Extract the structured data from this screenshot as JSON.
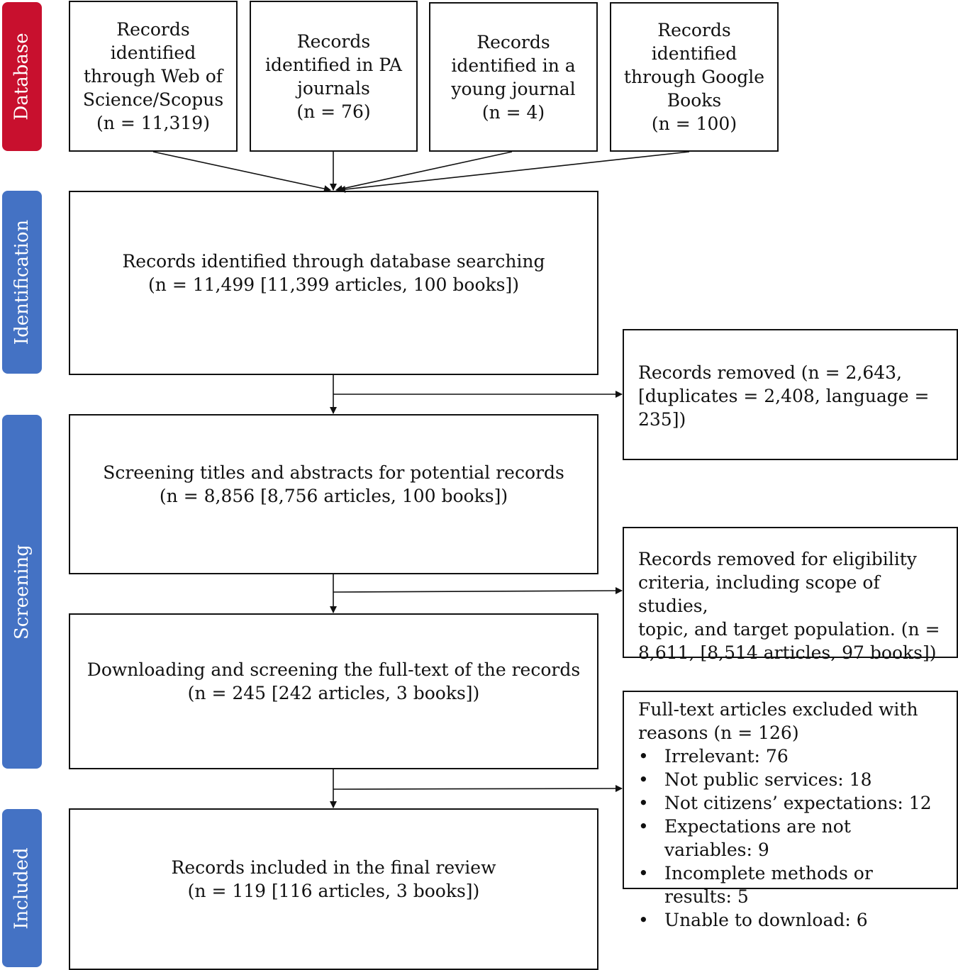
{
  "phases": {
    "database": {
      "label": "Database",
      "color": "#c8102e"
    },
    "identification": {
      "label": "Identification",
      "color": "#4472c4"
    },
    "screening": {
      "label": "Screening",
      "color": "#4472c4"
    },
    "included": {
      "label": "Included",
      "color": "#4472c4"
    }
  },
  "sources": [
    {
      "lines": [
        "Records",
        "identified",
        "through Web of",
        "Science/Scopus",
        "(n = 11,319)"
      ]
    },
    {
      "lines": [
        "Records",
        "identified in PA",
        "journals",
        "(n = 76)"
      ]
    },
    {
      "lines": [
        "Records",
        "identified in a",
        "young journal",
        "(n = 4)"
      ]
    },
    {
      "lines": [
        "Records",
        "identified",
        "through Google",
        "Books",
        "(n = 100)"
      ]
    }
  ],
  "identified": {
    "lines": [
      "Records identified through database searching",
      "(n = 11,499 [11,399 articles, 100 books])"
    ]
  },
  "removed1": {
    "lines": [
      "Records removed (n = 2,643,",
      "[duplicates = 2,408, language =",
      "235])"
    ]
  },
  "screening": {
    "lines": [
      "Screening titles and abstracts for potential records",
      "(n = 8,856 [8,756 articles, 100 books])"
    ]
  },
  "removed2": {
    "lines": [
      "Records removed for eligibility",
      "criteria, including scope of studies,",
      "topic, and target population. (n =",
      "8,611, [8,514 articles, 97 books])"
    ]
  },
  "fulltext": {
    "lines": [
      "Downloading and screening the full-text of the records",
      "(n = 245 [242 articles, 3 books])"
    ]
  },
  "excluded": {
    "lines": [
      "Full-text articles excluded with",
      "reasons (n = 126)"
    ],
    "reasons": [
      "Irrelevant: 76",
      "Not public services: 18",
      "Not citizens’ expectations: 12",
      "Expectations are not variables: 9",
      "Incomplete methods or results: 5",
      "Unable to download: 6"
    ]
  },
  "included": {
    "lines": [
      "Records included in the final review",
      "(n = 119 [116 articles, 3 books])"
    ]
  }
}
